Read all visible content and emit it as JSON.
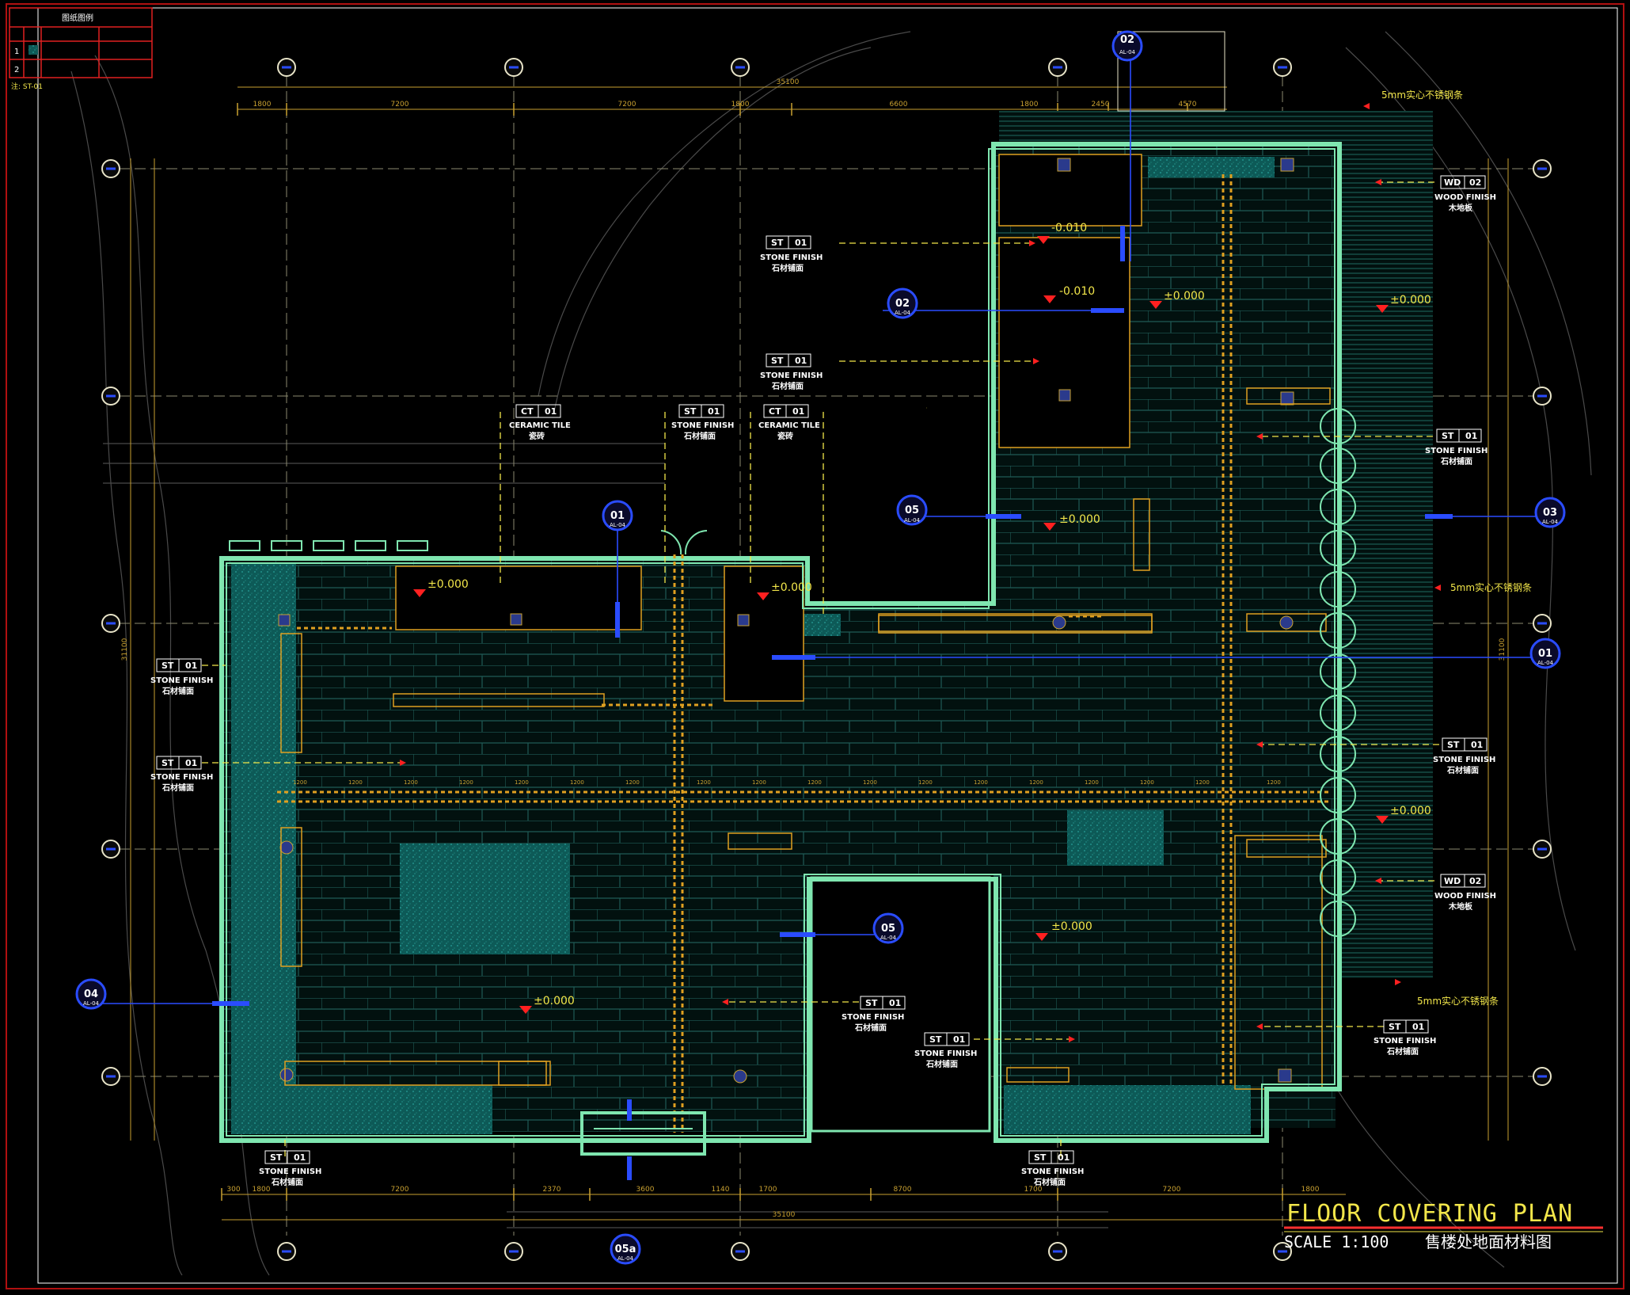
{
  "title": {
    "main": "FLOOR COVERING PLAN",
    "scale": "SCALE 1:100",
    "cn": "售楼处地面材料图"
  },
  "legend": {
    "header": "图纸图例",
    "rows": [
      "1",
      "2"
    ],
    "note": "注: ST-01"
  },
  "dimensions": {
    "top_total": "35100",
    "top": [
      "1800",
      "7200",
      "7200",
      "1800",
      "6600",
      "1800",
      "2450",
      "4570"
    ],
    "bottom_total": "35100",
    "bottom": [
      "300",
      "1800",
      "7200",
      "2370",
      "3600",
      "1140",
      "1700",
      "8700",
      "1700",
      "7200",
      "1800"
    ],
    "left_total": "31100",
    "right_total": "31100"
  },
  "sections": {
    "s02_top": {
      "num": "02",
      "ref": "AL-04"
    },
    "s02_left": {
      "num": "02",
      "ref": "AL-04"
    },
    "s05_upper": {
      "num": "05",
      "ref": "AL-04"
    },
    "s01_left": {
      "num": "01",
      "ref": "AL-04"
    },
    "s03_right": {
      "num": "03",
      "ref": "AL-04"
    },
    "s01_right": {
      "num": "01",
      "ref": "AL-04"
    },
    "s05_center": {
      "num": "05",
      "ref": "AL-04"
    },
    "s04_left": {
      "num": "04",
      "ref": "AL-04"
    },
    "s05a_bottom": {
      "num": "05a",
      "ref": "AL-04"
    }
  },
  "materials": {
    "st_code": "ST",
    "ct_code": "CT",
    "wd_code": "WD",
    "num_01": "01",
    "num_02": "02",
    "stone_en": "STONE FINISH",
    "stone_cn": "石材铺面",
    "ceramic_en": "CERAMIC TILE",
    "ceramic_cn": "瓷砖",
    "wood_en": "WOOD FINISH",
    "wood_cn": "木地板"
  },
  "notes": {
    "gap_5mm": "5mm实心不锈钢条"
  },
  "levels": {
    "zero": "±0.000",
    "minus": "-0.010"
  },
  "colors": {
    "wall": "#7fe6b0",
    "grid_axis": "#e8e4c8",
    "dim": "#c8a030",
    "leader": "#f2e64a",
    "hatch": "#1c8c86",
    "tile": "#1e5a55",
    "section_blue": "#2a4cff",
    "level_red": "#ff2020",
    "furniture": "#e0a020",
    "title_underline": "#ff3030",
    "frame": "#b01010"
  }
}
